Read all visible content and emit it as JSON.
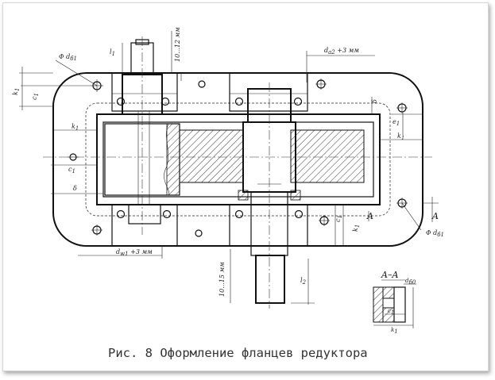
{
  "caption": "Рис. 8 Оформление фланцев редуктора",
  "labels": {
    "phi_d_top": "Φ d",
    "phi_d_top_sub": "б1",
    "phi_d_right": "Φ d",
    "phi_d_right_sub": "б1",
    "l_top": "l",
    "l_top_sub": "1",
    "l_bottom": "l",
    "l_bottom_sub": "2",
    "dim_10_12": "10...12 мм",
    "dim_10_15": "10...15 мм",
    "da_plus": "d",
    "da_plus_sub": "a2",
    "da_plus_tail": " +3 мм",
    "dw_plus": "d",
    "dw_plus_sub": "w1",
    "dw_plus_tail": " +3 мм",
    "k1_left": "k",
    "k1_left_sub": "1",
    "c1_left": "c",
    "c1_left_sub": "1",
    "k1_mid": "k",
    "k1_mid_sub": "1",
    "c1_mid": "c",
    "c1_mid_sub": "1",
    "delta_left": "δ",
    "delta_top": "δ",
    "e1_right": "e",
    "e1_right_sub": "1",
    "k1_right": "k",
    "k1_right_sub": "1",
    "c1_bot": "c",
    "c1_bot_sub": "1",
    "k1_bot": "k",
    "k1_bot_sub": "1",
    "A_left": "A",
    "A_right": "A",
    "section_title": "A–A",
    "sec_d": "d",
    "sec_d_sub": "б0",
    "sec_c": "c",
    "sec_c_sub": "1",
    "sec_k": "k",
    "sec_k_sub": "1"
  }
}
